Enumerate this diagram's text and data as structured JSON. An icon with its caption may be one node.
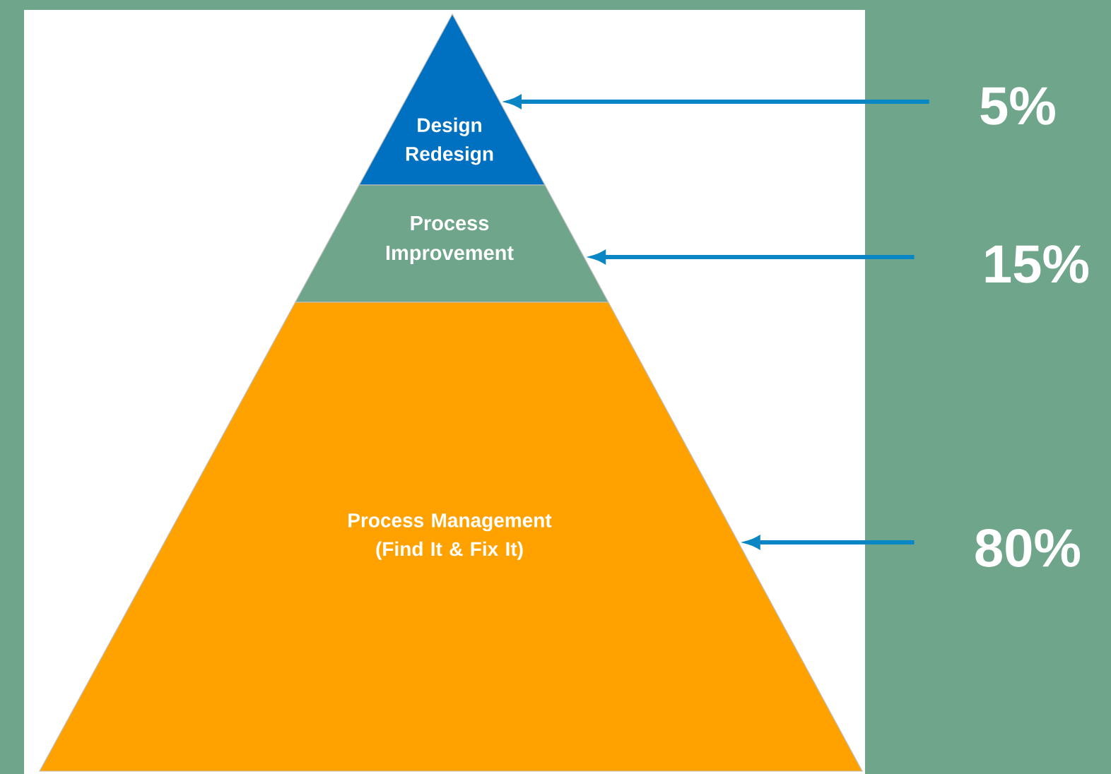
{
  "diagram": {
    "nodes": [
      {
        "text": [
          "Design Redesign"
        ]
      },
      {
        "text": [
          "Process Improvement"
        ]
      },
      {
        "text": [
          "Process Management (Find It & Fix It)"
        ]
      },
      {
        "text": [
          "5%"
        ]
      },
      {
        "text": [
          "15%"
        ]
      },
      {
        "text": [
          "80%"
        ]
      }
    ],
    "edges": [
      {
        "from": 3,
        "to": 0,
        "arrow": "to"
      },
      {
        "from": 4,
        "to": 1,
        "arrow": "to"
      },
      {
        "from": 5,
        "to": 2,
        "arrow": "to"
      }
    ]
  }
}
